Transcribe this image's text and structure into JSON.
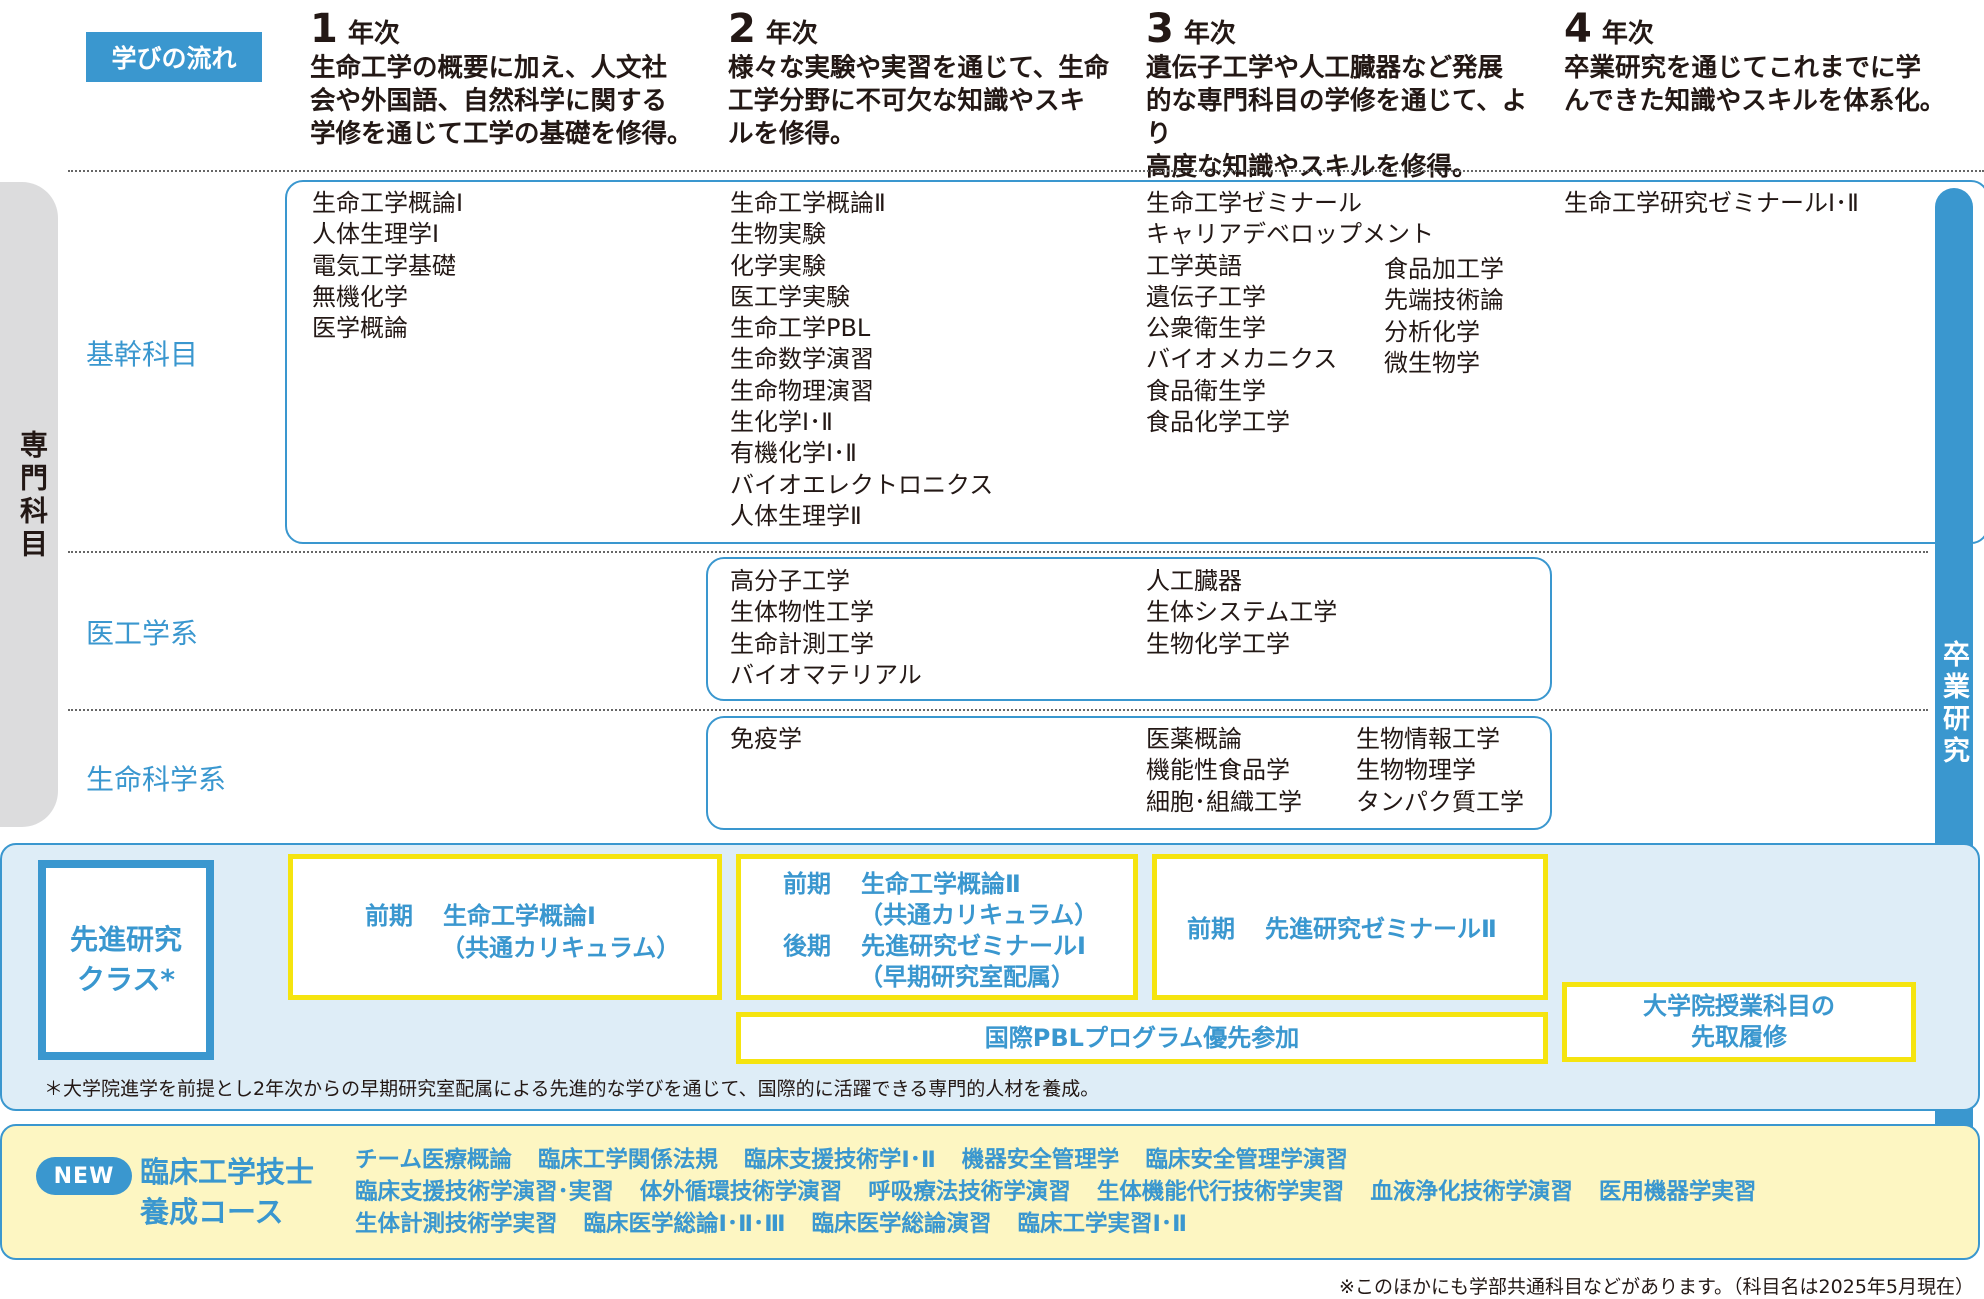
{
  "flow_label": "学びの流れ",
  "years": [
    {
      "num": "1",
      "unit": "年次",
      "desc": [
        "生命工学の概要に加え、人文社",
        "会や外国語、自然科学に関する",
        "学修を通じて工学の基礎を修得。"
      ]
    },
    {
      "num": "2",
      "unit": "年次",
      "desc": [
        "様々な実験や実習を通じて、生命",
        "工学分野に不可欠な知識やスキ",
        "ルを修得。"
      ]
    },
    {
      "num": "3",
      "unit": "年次",
      "desc": [
        "遺伝子工学や人工臓器など発展",
        "的な専門科目の学修を通じて、より",
        "高度な知識やスキルを修得。"
      ]
    },
    {
      "num": "4",
      "unit": "年次",
      "desc": [
        "卒業研究を通じてこれまでに学",
        "んできた知識やスキルを体系化。"
      ]
    }
  ],
  "senmon_label": "専門科目",
  "categories": {
    "core": "基幹科目",
    "medical": "医工学系",
    "life": "生命科学系"
  },
  "core": {
    "y1": [
      "生命工学概論Ⅰ",
      "人体生理学Ⅰ",
      "電気工学基礎",
      "無機化学",
      "医学概論"
    ],
    "y2": [
      "生命工学概論Ⅱ",
      "生物実験",
      "化学実験",
      "医工学実験",
      "生命工学PBL",
      "生命数学演習",
      "生命物理演習",
      "生化学Ⅰ･Ⅱ",
      "有機化学Ⅰ･Ⅱ",
      "バイオエレクトロニクス",
      "人体生理学Ⅱ"
    ],
    "y3a": [
      "生命工学ゼミナール",
      "キャリアデベロップメント",
      "工学英語",
      "遺伝子工学",
      "公衆衛生学",
      "バイオメカニクス",
      "食品衛生学",
      "食品化学工学"
    ],
    "y3b": [
      "食品加工学",
      "先端技術論",
      "分析化学",
      "微生物学"
    ],
    "y4": [
      "生命工学研究ゼミナールⅠ･Ⅱ"
    ]
  },
  "medical": {
    "y2": [
      "高分子工学",
      "生体物性工学",
      "生命計測工学",
      "バイオマテリアル"
    ],
    "y3": [
      "人工臓器",
      "生体システム工学",
      "生物化学工学"
    ]
  },
  "life": {
    "y2": [
      "免疫学"
    ],
    "y3a": [
      "医薬概論",
      "機能性食品学",
      "細胞･組織工学"
    ],
    "y3b": [
      "生物情報工学",
      "生物物理学",
      "タンパク質工学"
    ]
  },
  "graduation_label": "卒業研究",
  "advanced": {
    "label_line1": "先進研究",
    "label_line2": "クラス*",
    "y1": {
      "term": "前期",
      "course": "生命工学概論Ⅰ",
      "sub": "（共通カリキュラム）"
    },
    "y2": {
      "term1": "前期",
      "course1": "生命工学概論Ⅱ",
      "sub1": "（共通カリキュラム）",
      "term2": "後期",
      "course2": "先進研究ゼミナールⅠ",
      "sub2": "（早期研究室配属）"
    },
    "y3": {
      "term": "前期",
      "course": "先進研究ゼミナールⅡ"
    },
    "pbl": "国際PBLプログラム優先参加",
    "grad_line1": "大学院授業科目の",
    "grad_line2": "先取履修",
    "note": "＊大学院進学を前提とし2年次からの早期研究室配属による先進的な学びを通じて、国際的に活躍できる専門的人材を養成。"
  },
  "clinical": {
    "badge": "NEW",
    "title1": "臨床工学技士",
    "title2": "養成コース",
    "line1": [
      "チーム医療概論",
      "臨床工学関係法規",
      "臨床支援技術学Ⅰ･Ⅱ",
      "機器安全管理学",
      "臨床安全管理学演習"
    ],
    "line2": [
      "臨床支援技術学演習･実習",
      "体外循環技術学演習",
      "呼吸療法技術学演習",
      "生体機能代行技術学実習",
      "血液浄化技術学演習",
      "医用機器学実習"
    ],
    "line3": [
      "生体計測技術学実習",
      "臨床医学総論Ⅰ･Ⅱ･Ⅲ",
      "臨床医学総論演習",
      "臨床工学実習Ⅰ･Ⅱ"
    ]
  },
  "footnote": "※このほかにも学部共通科目などがあります。（科目名は2025年5月現在）"
}
